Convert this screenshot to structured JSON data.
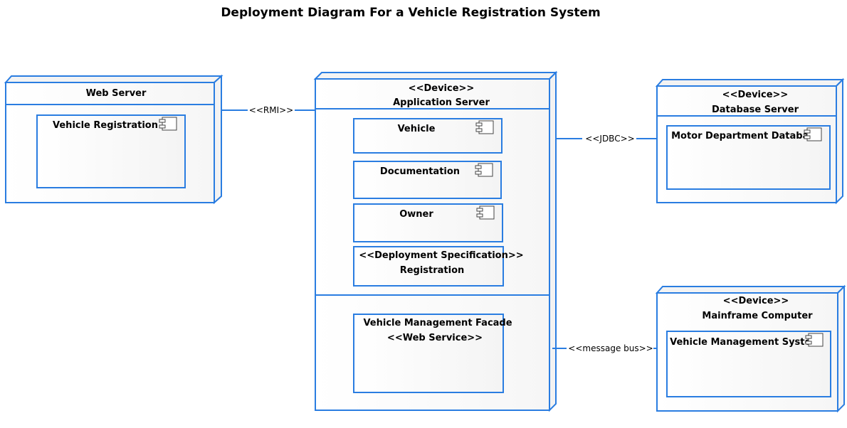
{
  "title": "Deployment Diagram For a Vehicle Registration System",
  "colors": {
    "stroke": "#2a7de1"
  },
  "nodes": {
    "web_server": {
      "name": "Web Server",
      "components": [
        {
          "label": "Vehicle Registration",
          "icon": "component-icon"
        }
      ]
    },
    "app_server": {
      "stereotype": "<<Device>>",
      "name": "Application Server",
      "components": [
        {
          "label": "Vehicle",
          "icon": "component-icon"
        },
        {
          "label": "Documentation",
          "icon": "component-icon"
        },
        {
          "label": "Owner",
          "icon": "component-icon"
        }
      ],
      "deployment_spec": {
        "stereotype": "<<Deployment Specification>>",
        "label": "Registration"
      },
      "facade": {
        "label": "Vehicle Management Facade",
        "stereotype": "<<Web Service>>"
      }
    },
    "db_server": {
      "stereotype": "<<Device>>",
      "name": "Database Server",
      "components": [
        {
          "label": "Motor Department Database",
          "icon": "component-icon"
        }
      ]
    },
    "mainframe": {
      "stereotype": "<<Device>>",
      "name": "Mainframe Computer",
      "components": [
        {
          "label": "Vehicle Management System",
          "icon": "component-icon"
        }
      ]
    }
  },
  "connections": {
    "rmi": "<<RMI>>",
    "jdbc": "<<JDBC>>",
    "message_bus": "<<message bus>>"
  }
}
